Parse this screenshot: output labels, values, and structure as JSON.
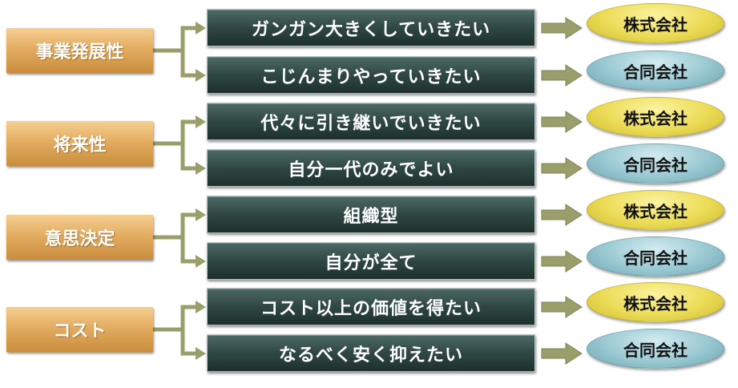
{
  "colors": {
    "category_fill": "#e3ad62",
    "option_fill": "#2f4744",
    "connector": "#9a9e6a",
    "result_kabushiki": "#ebdb55",
    "result_godo": "#98c8d1"
  },
  "groups": [
    {
      "category": "事業発展性",
      "options": [
        {
          "label": "ガンガン大きくしていきたい",
          "result": "株式会社",
          "result_type": "kabushiki"
        },
        {
          "label": "こじんまりやっていきたい",
          "result": "合同会社",
          "result_type": "godo"
        }
      ]
    },
    {
      "category": "将来性",
      "options": [
        {
          "label": "代々に引き継いでいきたい",
          "result": "株式会社",
          "result_type": "kabushiki"
        },
        {
          "label": "自分一代のみでよい",
          "result": "合同会社",
          "result_type": "godo"
        }
      ]
    },
    {
      "category": "意思決定",
      "options": [
        {
          "label": "組織型",
          "result": "株式会社",
          "result_type": "kabushiki"
        },
        {
          "label": "自分が全て",
          "result": "合同会社",
          "result_type": "godo"
        }
      ]
    },
    {
      "category": "コスト",
      "options": [
        {
          "label": "コスト以上の価値を得たい",
          "result": "株式会社",
          "result_type": "kabushiki"
        },
        {
          "label": "なるべく安く抑えたい",
          "result": "合同会社",
          "result_type": "godo"
        }
      ]
    }
  ]
}
